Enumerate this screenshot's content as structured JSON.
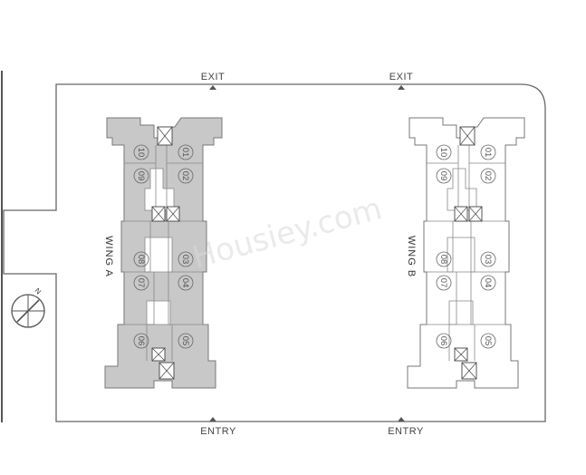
{
  "site": {
    "exits": [
      "EXIT",
      "EXIT"
    ],
    "entries": [
      "ENTRY",
      "ENTRY"
    ],
    "compass_letter": "N"
  },
  "wings": [
    {
      "name": "WING A",
      "fill": "#c8c8c8",
      "units": [
        "01",
        "02",
        "03",
        "04",
        "05",
        "06",
        "07",
        "08",
        "09",
        "10"
      ]
    },
    {
      "name": "WING B",
      "fill": "#ffffff",
      "units": [
        "01",
        "02",
        "03",
        "04",
        "05",
        "06",
        "07",
        "08",
        "09",
        "10"
      ]
    }
  ],
  "watermark": "Housiey.com",
  "colors": {
    "line": "#777777",
    "boundary": "#555555",
    "wing_a_fill": "#c8c8c8",
    "wing_b_fill": "#ffffff"
  }
}
